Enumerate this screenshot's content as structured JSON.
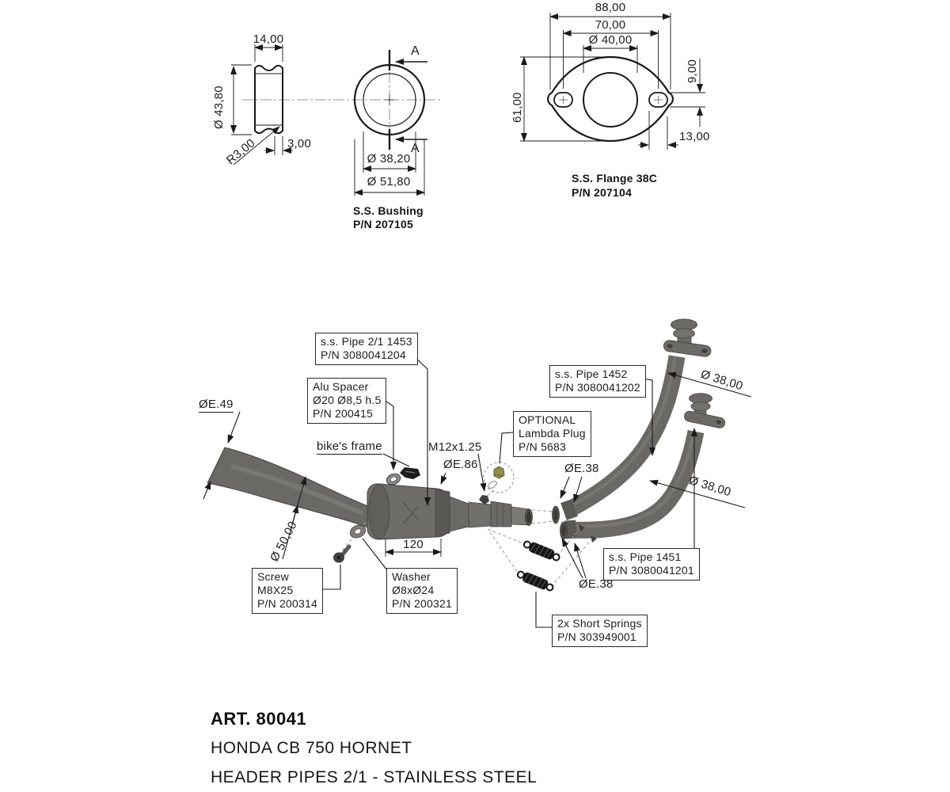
{
  "bushing": {
    "title": "S.S. Bushing",
    "pn": "P/N 207105",
    "dims": {
      "width": "14,00",
      "outer_dia": "Ø 43,80",
      "radius": "R3,00",
      "lip": "3,00",
      "bore": "Ø 38,20",
      "od": "Ø 51,80",
      "section": "A"
    }
  },
  "flange": {
    "title": "S.S. Flange 38C",
    "pn": "P/N 207104",
    "dims": {
      "overall": "88,00",
      "hole_centers": "70,00",
      "bore": "Ø 40,00",
      "height": "61,00",
      "slot_height": "9,00",
      "slot_length": "13,00"
    }
  },
  "exploded": {
    "boxes": {
      "pipe21": {
        "lines": [
          "s.s. Pipe 2/1 1453",
          "P/N 3080041204"
        ]
      },
      "spacer": {
        "lines": [
          "Alu Spacer",
          "Ø20 Ø8,5 h.5",
          "P/N 200415"
        ]
      },
      "lambda": {
        "lines": [
          "OPTIONAL",
          "Lambda Plug",
          "P/N 5683"
        ]
      },
      "pipe1452": {
        "lines": [
          "s.s. Pipe 1452",
          "P/N 3080041202"
        ]
      },
      "pipe1451": {
        "lines": [
          "s.s. Pipe 1451",
          "P/N 3080041201"
        ]
      },
      "springs": {
        "lines": [
          "2x Short Springs",
          "P/N 303949001"
        ]
      },
      "screw": {
        "lines": [
          "Screw",
          "M8X25",
          "P/N 200314"
        ]
      },
      "washer": {
        "lines": [
          "Washer",
          "Ø8xØ24",
          "P/N 200321"
        ]
      }
    },
    "labels": {
      "bikes_frame": "bike's frame",
      "thread": "M12x1.25",
      "oe86": "ØE.86",
      "oe38": "ØE.38",
      "oe49": "ØE.49",
      "d50": "Ø 50,00",
      "d38": "Ø 38,00",
      "len120": "120"
    }
  },
  "footer": {
    "art": "ART. 80041",
    "model": "HONDA CB 750 HORNET",
    "description": "HEADER PIPES 2/1 - STAINLESS STEEL"
  },
  "colors": {
    "outline": "#1a1a1a",
    "steel_gray": "#6b6a66",
    "steel_dark": "#454440",
    "spring_black": "#161614",
    "lambda_olive": "#8f8f4b",
    "background": "#ffffff"
  }
}
